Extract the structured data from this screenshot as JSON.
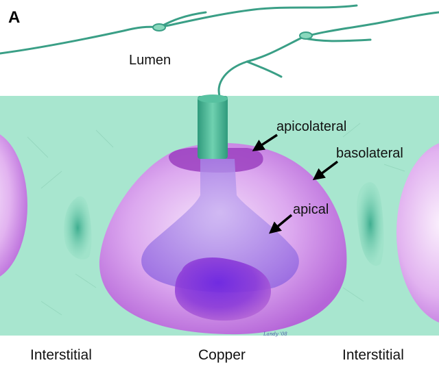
{
  "figure": {
    "panel_label": "A",
    "labels": {
      "lumen": "Lumen",
      "apicolateral": "apicolateral",
      "basolateral": "basolateral",
      "apical": "apical",
      "interstitial_left": "Interstitial",
      "copper": "Copper",
      "interstitial_right": "Interstitial"
    },
    "signature": "Landy '08",
    "colors": {
      "tissue": "#a8e6cf",
      "vessel": "#3aa58a",
      "cell": "#c87ee0",
      "apicolateral_band": "#9b3fc0",
      "inner_vesicle": "#7a50d8",
      "arrow": "#000000"
    }
  }
}
